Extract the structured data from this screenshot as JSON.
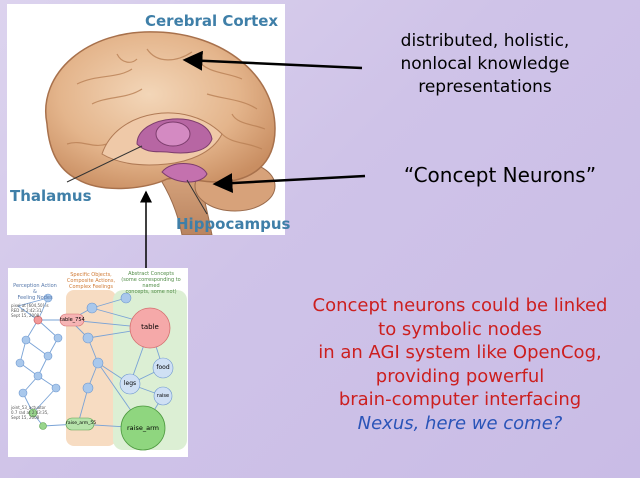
{
  "brain": {
    "labels": {
      "cortex": "Cerebral Cortex",
      "thalamus": "Thalamus",
      "hippocampus": "Hippocampus"
    }
  },
  "annotations": {
    "distributed": "distributed, holistic,\nnonlocal knowledge\nrepresentations",
    "concept_neurons": "“Concept Neurons”"
  },
  "network": {
    "headers": {
      "perception": "Perception Action\n&\nFeeling Nodes",
      "specific": "Specific Objects,\nComposite Actions,\nComplex Feelings",
      "abstract": "Abstract Concepts\n(some corresponding to named\nconcepts, some not)"
    },
    "small_text": {
      "top": "pixel at [604,50] is\nRED at 2:42:31,\nSept 15, 2008",
      "bottom": "joint_53_actuator\n0.7 rad at 2:43:35,\nSept 15, 2008"
    },
    "nodes": {
      "table_754": "table_754",
      "table": "table",
      "legs": "legs",
      "food": "food",
      "raise": "raise",
      "raise_arm_55": "raise_arm_55",
      "raise_arm": "raise_arm"
    }
  },
  "body_text": {
    "lines": [
      "Concept neurons could be linked",
      "to symbolic nodes",
      "in an AGI system like OpenCog,",
      "providing powerful",
      "brain-computer interfacing"
    ],
    "nexus": "Nexus, here we come?"
  },
  "colors": {
    "label_blue": "#3f7fa8",
    "red_text": "#cc1f1f",
    "nexus_blue": "#2a54b8"
  }
}
